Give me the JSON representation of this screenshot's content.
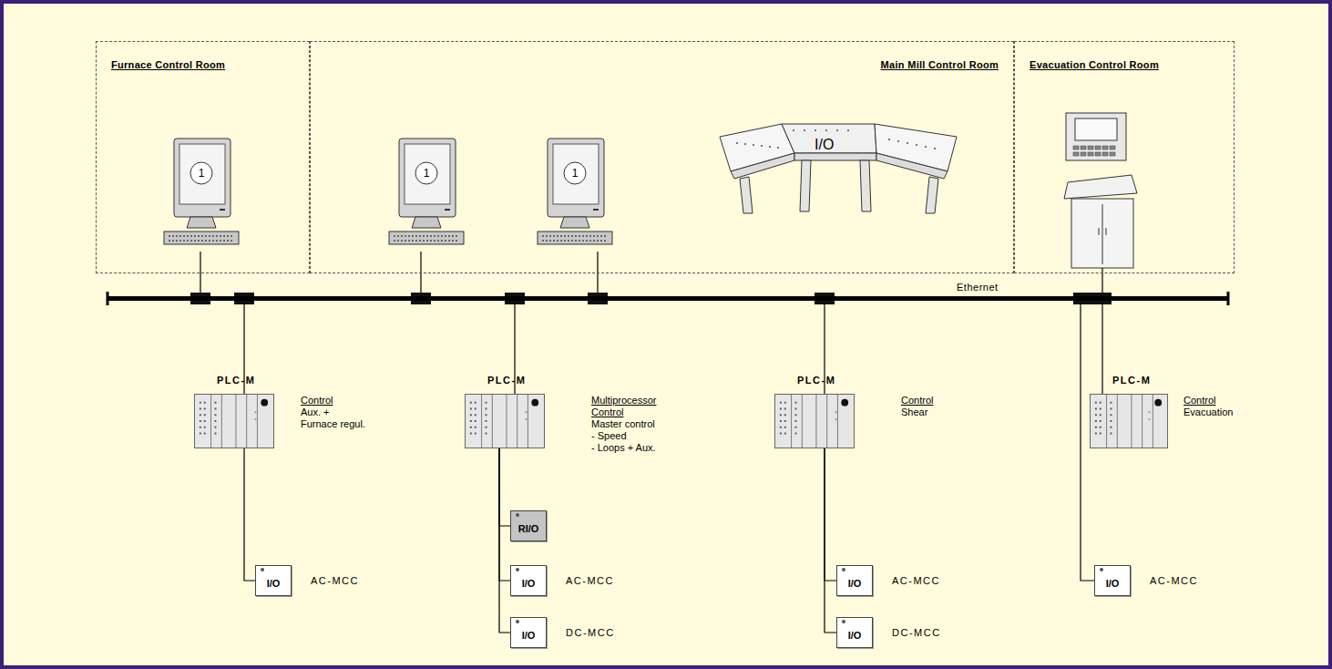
{
  "diagram": {
    "nodes": [
      {
        "text": [
          "Furnace Control Room"
        ]
      },
      {
        "text": [
          "Main Mill Control Room"
        ]
      },
      {
        "text": [
          "Evacuation Control Room"
        ]
      },
      {
        "text": [
          "1"
        ],
        "in": 0
      },
      {
        "text": [
          "1"
        ],
        "in": 1
      },
      {
        "text": [
          "1"
        ],
        "in": 1
      },
      {
        "text": [
          "I/O"
        ],
        "in": 1
      },
      {
        "text": [
          "Ethernet"
        ]
      },
      {
        "text": [
          "PLC-M",
          "Control",
          "Aux. +",
          "Furnace regul."
        ]
      },
      {
        "text": [
          "I/O",
          "AC-MCC"
        ]
      },
      {
        "text": [
          "PLC-M",
          "Multiprocessor Control",
          "Master control",
          "- Speed",
          "- Loops + Aux."
        ]
      },
      {
        "text": [
          "RI/O"
        ]
      },
      {
        "text": [
          "I/O",
          "AC-MCC"
        ]
      },
      {
        "text": [
          "I/O",
          "DC-MCC"
        ]
      },
      {
        "text": [
          "PLC-M",
          "Control",
          "Shear"
        ]
      },
      {
        "text": [
          "I/O",
          "AC-MCC"
        ]
      },
      {
        "text": [
          "I/O",
          "DC-MCC"
        ]
      },
      {
        "text": [
          "PLC-M",
          "Control",
          "Evacuation"
        ]
      },
      {
        "text": [
          "I/O",
          "AC-MCC"
        ]
      }
    ],
    "edges": [
      {
        "from": 3,
        "to": 7,
        "arrow": "none"
      },
      {
        "from": 4,
        "to": 7,
        "arrow": "none"
      },
      {
        "from": 5,
        "to": 7,
        "arrow": "none"
      },
      {
        "from": 7,
        "to": 8,
        "arrow": "none"
      },
      {
        "from": 8,
        "to": 9,
        "arrow": "none"
      },
      {
        "from": 7,
        "to": 10,
        "arrow": "none"
      },
      {
        "from": 10,
        "to": 11,
        "arrow": "none"
      },
      {
        "from": 10,
        "to": 12,
        "arrow": "none"
      },
      {
        "from": 10,
        "to": 13,
        "arrow": "none"
      },
      {
        "from": 7,
        "to": 14,
        "arrow": "none"
      },
      {
        "from": 14,
        "to": 15,
        "arrow": "none"
      },
      {
        "from": 14,
        "to": 16,
        "arrow": "none"
      },
      {
        "from": 7,
        "to": 17,
        "arrow": "none"
      },
      {
        "from": 7,
        "to": 18,
        "arrow": "none"
      }
    ]
  }
}
